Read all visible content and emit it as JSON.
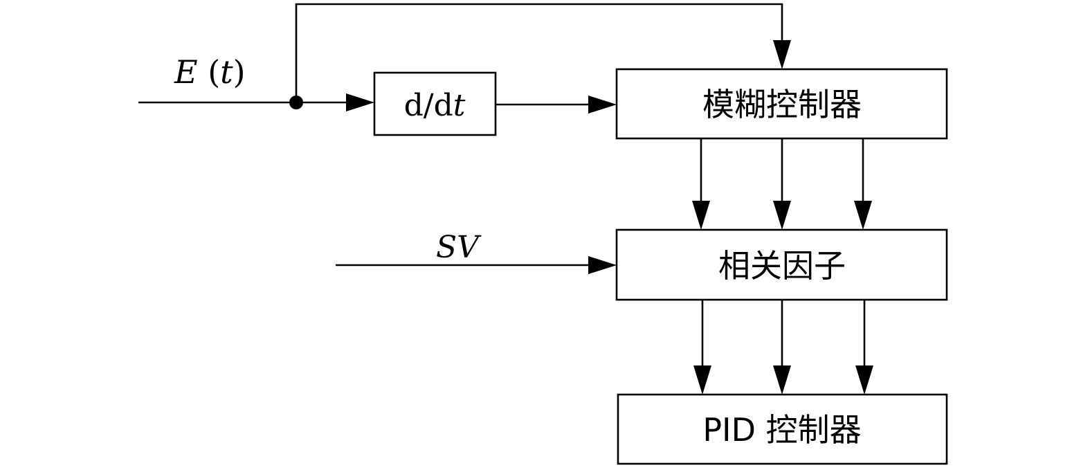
{
  "inputs": {
    "error_signal": {
      "name": "E",
      "open": " (",
      "var": "t",
      "close": ")"
    },
    "setpoint": "SV"
  },
  "blocks": {
    "differentiator": {
      "prefix": "d/d",
      "var": "t"
    },
    "fuzzy_controller": "模糊控制器",
    "correlation_factor": "相关因子",
    "pid_controller": "PID 控制器"
  },
  "colors": {
    "line": "#000000",
    "background": "#ffffff"
  }
}
